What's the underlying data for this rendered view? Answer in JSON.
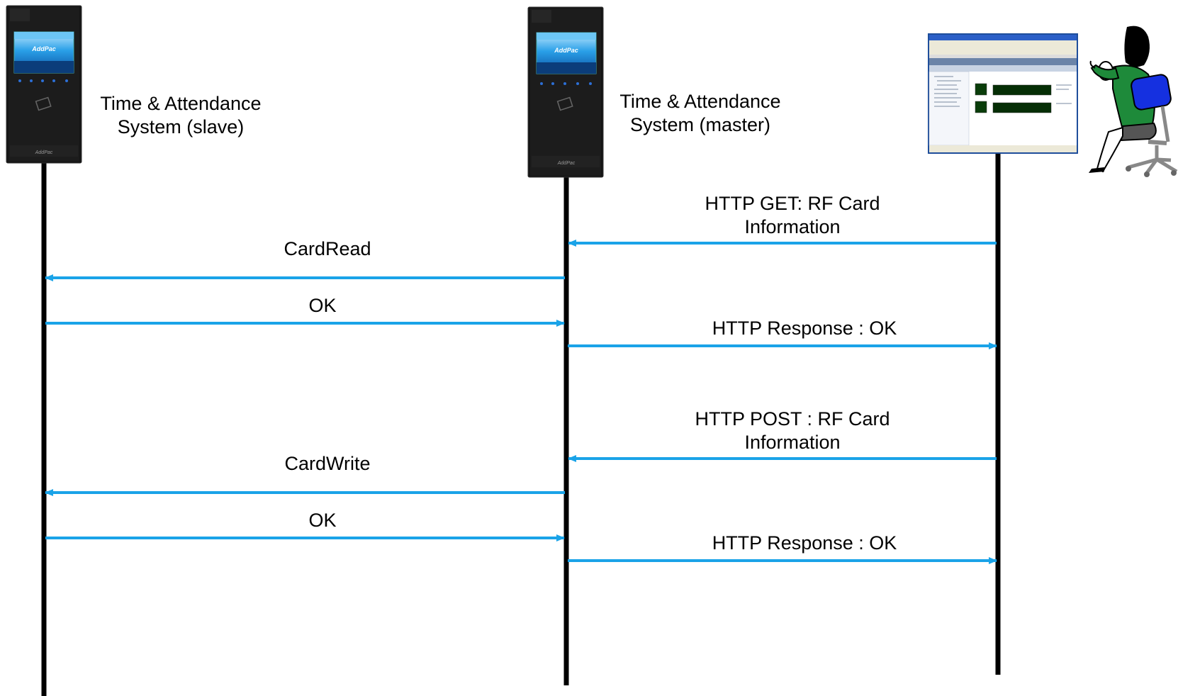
{
  "participants": {
    "slave": {
      "line1": "Time & Attendance",
      "line2": "System (slave)"
    },
    "master": {
      "line1": "Time & Attendance",
      "line2": "System (master)"
    },
    "manager": {
      "device": "PC running web-based manager with operator"
    }
  },
  "device_screen_brand": "AddPac",
  "messages": [
    {
      "id": "http-get",
      "line1": "HTTP GET: RF Card",
      "line2": "Information",
      "from": "manager",
      "to": "master"
    },
    {
      "id": "cardread",
      "line1": "CardRead",
      "from": "master",
      "to": "slave"
    },
    {
      "id": "ok-1",
      "line1": "OK",
      "from": "slave",
      "to": "master"
    },
    {
      "id": "http-response-1",
      "line1": "HTTP Response : OK",
      "from": "master",
      "to": "manager"
    },
    {
      "id": "http-post",
      "line1": "HTTP POST : RF Card",
      "line2": "Information",
      "from": "manager",
      "to": "master"
    },
    {
      "id": "cardwrite",
      "line1": "CardWrite",
      "from": "master",
      "to": "slave"
    },
    {
      "id": "ok-2",
      "line1": "OK",
      "from": "slave",
      "to": "master"
    },
    {
      "id": "http-response-2",
      "line1": "HTTP Response : OK",
      "from": "master",
      "to": "manager"
    }
  ],
  "colors": {
    "arrow": "#1aa3e8",
    "lifeline": "#000000"
  }
}
